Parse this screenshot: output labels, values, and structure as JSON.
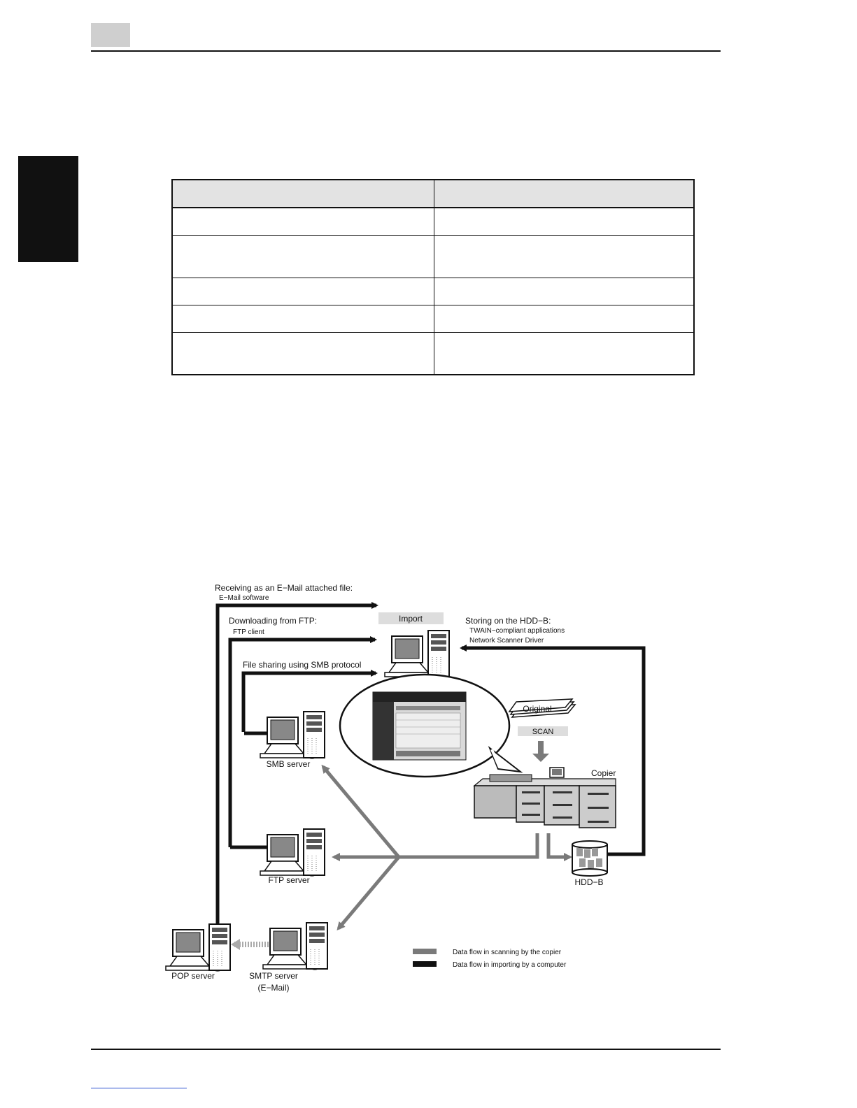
{
  "diagram": {
    "email_title": "Receiving as an E−Mail attached file:",
    "email_sub": "E−Mail software",
    "ftp_title": "Downloading from FTP:",
    "ftp_sub": "FTP client",
    "smb_title": "File sharing using SMB protocol",
    "import_label": "Import",
    "hdd_title": "Storing on the HDD−B:",
    "hdd_sub1": "TWAIN−compliant applications",
    "hdd_sub2": "Network Scanner Driver",
    "original_label": "Original",
    "scan_label": "SCAN",
    "copier_label": "Copier",
    "smb_server": "SMB server",
    "ftp_server": "FTP server",
    "hdd_label": "HDD−B",
    "pop_server": "POP server",
    "smtp_server": "SMTP server",
    "smtp_sub": "(E−Mail)",
    "legend": [
      {
        "label": "Data flow in scanning by the copier",
        "color": "#7a7a7a"
      },
      {
        "label": "Data flow in importing by a computer",
        "color": "#111111"
      }
    ]
  }
}
